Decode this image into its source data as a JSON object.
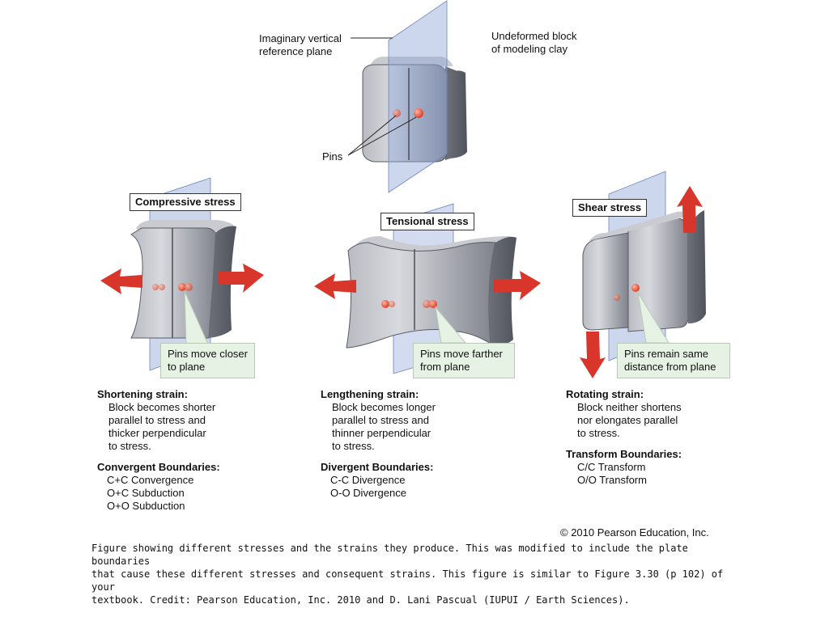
{
  "top": {
    "plane_label": "Imaginary vertical\nreference plane",
    "block_label": "Undeformed block\nof modeling clay",
    "pins_label": "Pins"
  },
  "panels": [
    {
      "title": "Compressive stress",
      "callout": "Pins move closer\nto plane",
      "strain_title": "Shortening strain:",
      "strain_text": [
        "Block becomes shorter",
        "parallel to stress and",
        "thicker perpendicular",
        "to stress."
      ],
      "boundary_title": "Convergent Boundaries:",
      "boundaries": [
        "C+C Convergence",
        "O+C Subduction",
        "O+O Subduction"
      ]
    },
    {
      "title": "Tensional stress",
      "callout": "Pins move farther\nfrom plane",
      "strain_title": "Lengthening strain:",
      "strain_text": [
        "Block becomes longer",
        "parallel to stress and",
        "thinner perpendicular",
        "to stress."
      ],
      "boundary_title": "Divergent Boundaries:",
      "boundaries": [
        "C-C Divergence",
        "O-O Divergence"
      ]
    },
    {
      "title": "Shear stress",
      "callout": "Pins remain same\ndistance from plane",
      "strain_title": "Rotating strain:",
      "strain_text": [
        "Block neither shortens",
        "nor elongates parallel",
        "to stress."
      ],
      "boundary_title": "Transform Boundaries:",
      "boundaries": [
        "C/C Transform",
        "O/O Transform"
      ]
    }
  ],
  "copyright": "© 2010 Pearson Education, Inc.",
  "caption": "Figure showing different stresses and the strains they produce.  This was modified to include the plate boundaries\nthat cause these different stresses and consequent strains. This figure is similar to Figure 3.30 (p 102) of your\ntextbook.  Credit: Pearson Education, Inc. 2010 and D. Lani Pascual (IUPUI / Earth Sciences).",
  "colors": {
    "plane": "#8fa6d6",
    "arrow": "#d8352b",
    "callout_bg": "#e6f2e4",
    "block": "#8c8e96"
  }
}
